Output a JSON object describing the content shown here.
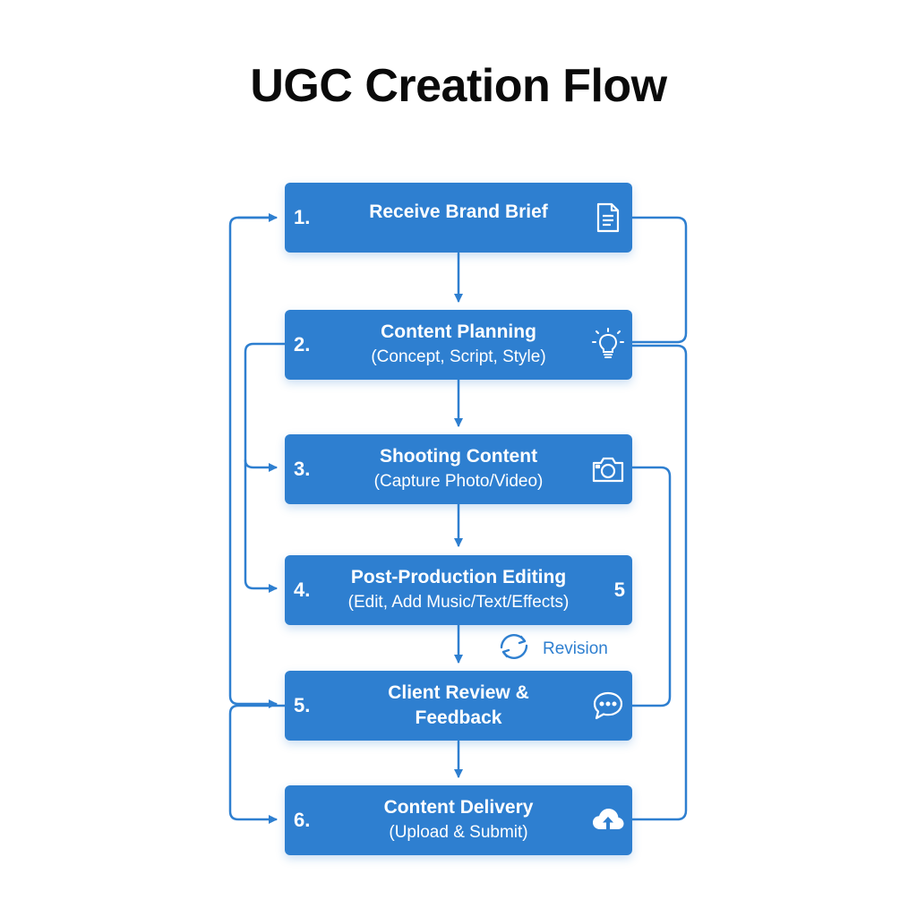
{
  "title": "UGC Creation Flow",
  "colors": {
    "accent": "#2e7fd0",
    "text_on_accent": "#ffffff",
    "title": "#0a0a0a"
  },
  "steps": [
    {
      "num": "1.",
      "line1": "Receive Brand Brief",
      "line2": "",
      "icon": "document-icon"
    },
    {
      "num": "2.",
      "line1": "Content Planning",
      "line2": "(Concept, Script, Style)",
      "icon": "lightbulb-icon"
    },
    {
      "num": "3.",
      "line1": "Shooting Content",
      "line2": "(Capture Photo/Video)",
      "icon": "camera-icon"
    },
    {
      "num": "4.",
      "line1": "Post-Production Editing",
      "line2": "(Edit, Add Music/Text/Effects)",
      "side_label": "5"
    },
    {
      "num": "5.",
      "line1": "Client Review &",
      "line2": "Feedback",
      "icon": "chat-bubble-icon"
    },
    {
      "num": "6.",
      "line1": "Content Delivery",
      "line2": "(Upload & Submit)",
      "icon": "cloud-upload-icon"
    }
  ],
  "revision": {
    "label": "Revision",
    "icon": "refresh-icon"
  }
}
